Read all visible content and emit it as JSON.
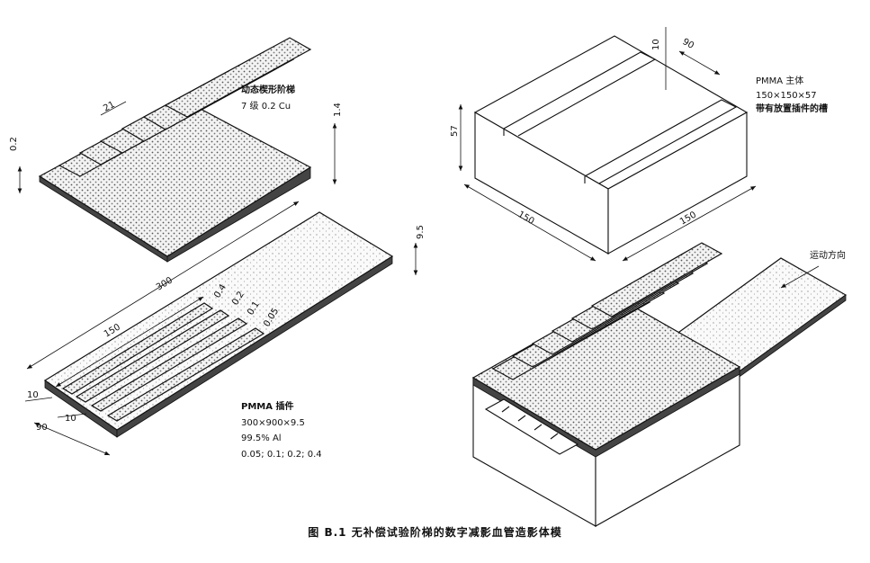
{
  "labels": {
    "wedge_title": "动态楔形阶梯",
    "wedge_spec": "7 级 0.2 Cu",
    "insert_title": "PMMA 插件",
    "insert_size": "300×900×9.5",
    "insert_material": "99.5% Al",
    "insert_thickness": "0.05; 0.1; 0.2; 0.4",
    "body_title": "PMMA 主体",
    "body_size": "150×150×57",
    "body_note": "带有放置插件的槽",
    "motion": "运动方向"
  },
  "dimensions": {
    "d21": "21",
    "d1_4": "1.4",
    "d0_2": "0.2",
    "d9_5": "9.5",
    "d300": "300",
    "d150a": "150",
    "d10a": "10",
    "d10b": "10",
    "d90a": "90",
    "t04": "0.4",
    "t02": "0.2",
    "t01": "0.1",
    "t005": "0.05",
    "d90b": "90",
    "d10c": "10",
    "d57": "57",
    "d150b": "150",
    "d150c": "150"
  },
  "caption": "图 B.1   无补偿试验阶梯的数字减影血管造影体模"
}
